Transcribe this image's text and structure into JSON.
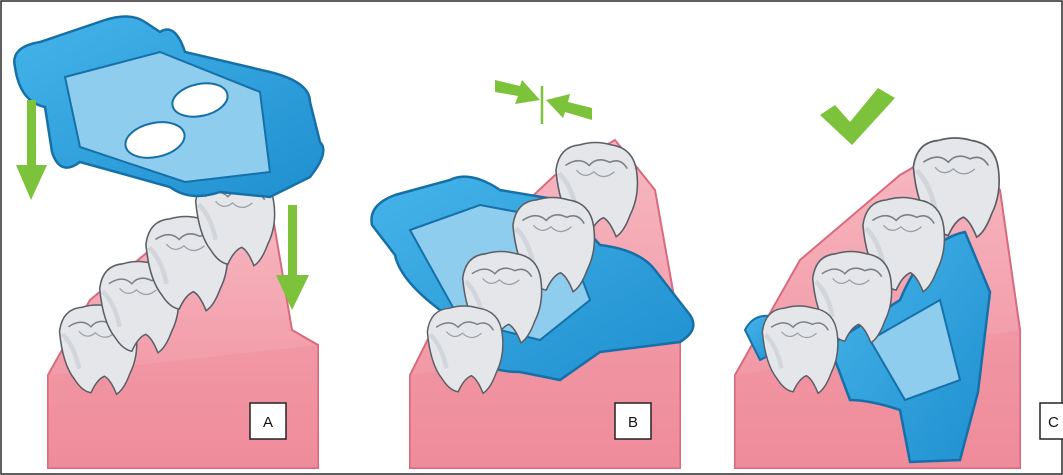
{
  "figure": {
    "panels": [
      {
        "label": "A"
      },
      {
        "label": "B"
      },
      {
        "label": "C"
      }
    ]
  },
  "colors": {
    "gum": "#f2a1ad",
    "gum_light": "#f7c2c9",
    "gum_dark": "#e98292",
    "tooth": "#e4e6e9",
    "tooth_shadow": "#c7cbd0",
    "tooth_outline": "#5a5f66",
    "matrix_blue": "#2fa4dd",
    "matrix_blue_light": "#7fc8ef",
    "matrix_blue_dark": "#1670a8",
    "arrow_green": "#7cc23a",
    "outline": "#2b2b2b"
  },
  "icons": [
    "down-arrow-icon",
    "compress-arrows-icon",
    "checkmark-icon"
  ]
}
